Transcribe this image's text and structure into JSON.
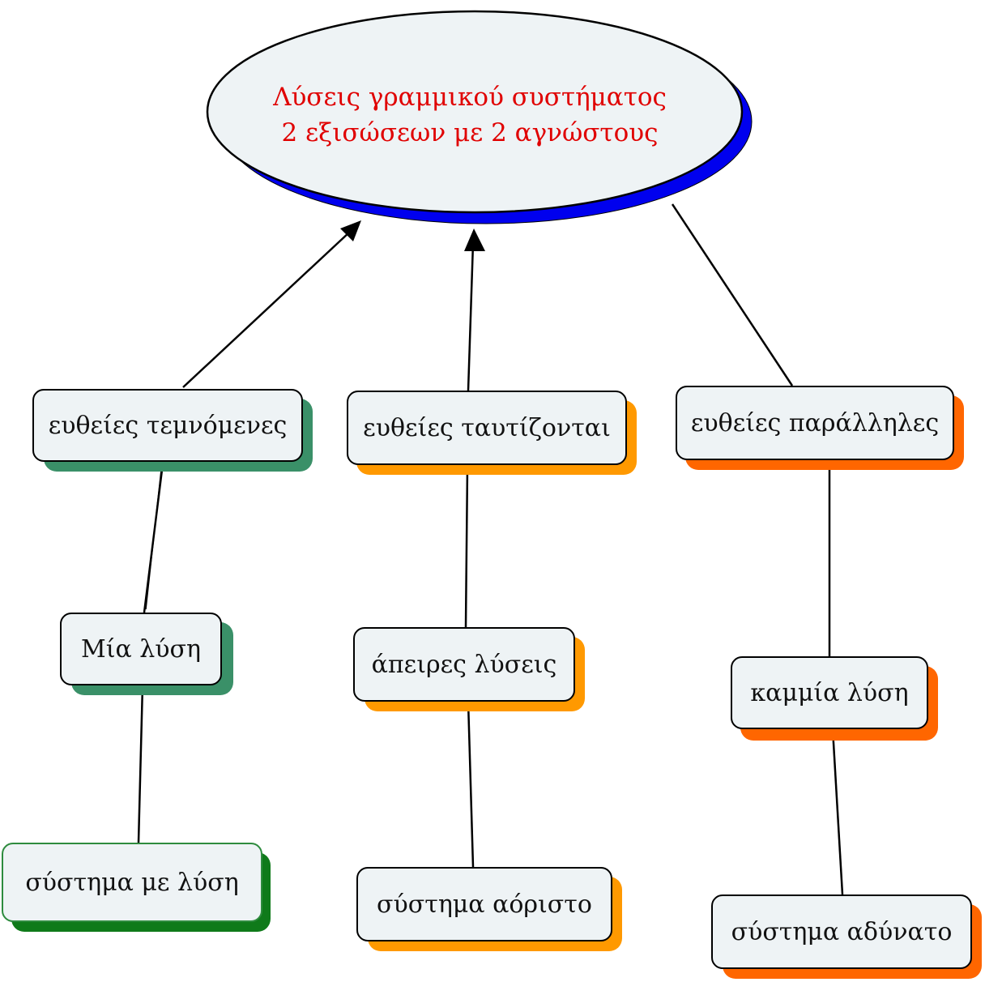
{
  "colors": {
    "title": "#e00000",
    "ellipse_fill": "#eef3f5",
    "ellipse_shadow": "#0000ee",
    "node_fill": "#eef3f5",
    "shadow_green": "#3a9068",
    "shadow_orange": "#ff9900",
    "shadow_red_orange": "#ff6600",
    "shadow_dark_green": "#0f7a1a"
  },
  "root": {
    "line1": "Λύσεις γραμμικού συστήματος",
    "line2": "2 εξισώσεων με 2 αγνώστους"
  },
  "nodes": {
    "intersecting": "ευθείες τεμνόμενες",
    "coinciding": "ευθείες  ταυτίζονται",
    "parallel": "ευθείες παράλληλες",
    "one_solution": "Μία λύση",
    "infinite_solutions": "άπειρες λύσεις",
    "no_solution": "καμμία λύση",
    "system_with_solution": "σύστημα με λύση",
    "system_indeterminate": "σύστημα αόριστο",
    "system_impossible": "σύστημα αδύνατο"
  }
}
